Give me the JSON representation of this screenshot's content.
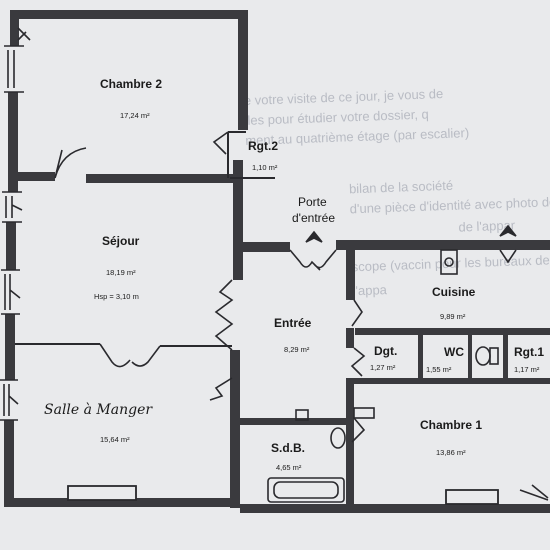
{
  "plan": {
    "background_text": [
      "e votre visite de ce jour, je vous de",
      "iles pour étudier votre dossier, q",
      "ment au quatrième étage (par escalier)",
      "bilan de la société",
      "d'une pièce d'identité avec photo de l'occup",
      "de l'appar",
      "scope (vaccin pour les bureaux de",
      "l'appa"
    ],
    "rooms": {
      "chambre2": {
        "name": "Chambre 2",
        "area": "17,24 m²"
      },
      "rgt2": {
        "name": "Rgt.2",
        "area": "1,10 m²"
      },
      "sejour": {
        "name": "Séjour",
        "area": "18,19 m²",
        "height": "Hsp = 3,10 m"
      },
      "salle": {
        "name": "Salle à Manger",
        "area": "15,64 m²"
      },
      "entree": {
        "name": "Entrée",
        "area": "8,29 m²"
      },
      "porte": {
        "line1": "Porte",
        "line2": "d'entrée"
      },
      "cuisine": {
        "name": "Cuisine",
        "area": "9,89 m²"
      },
      "dgt": {
        "name": "Dgt.",
        "area": "1,27 m²"
      },
      "wc": {
        "name": "WC",
        "area": "1,55 m²"
      },
      "rgt1": {
        "name": "Rgt.1",
        "area": "1,17 m²"
      },
      "sdb": {
        "name": "S.d.B.",
        "area": "4,65 m²"
      },
      "chambre1": {
        "name": "Chambre 1",
        "area": "13,86 m²"
      }
    },
    "colors": {
      "wall": "#3a3a3e",
      "paper": "#e9eaec",
      "ink": "#1b1b1b"
    }
  }
}
